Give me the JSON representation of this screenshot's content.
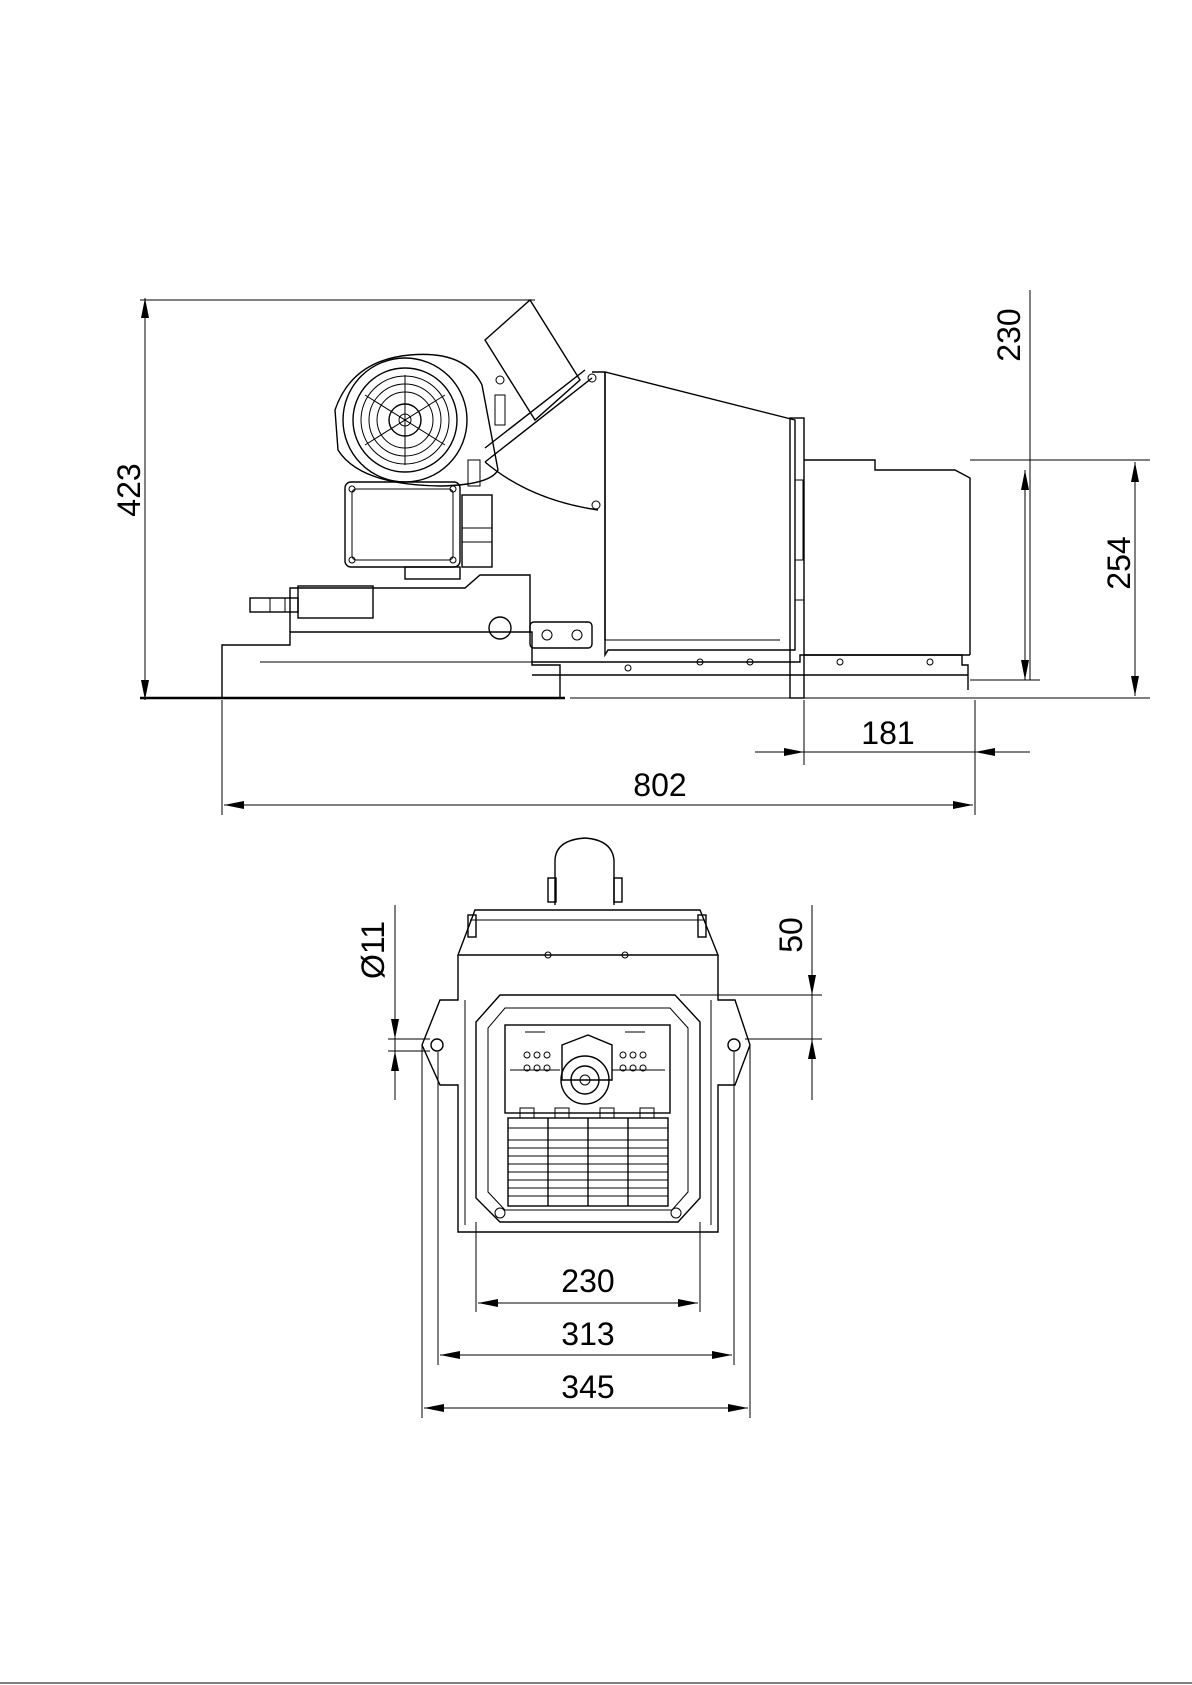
{
  "dimensions": {
    "side_height_total": "423",
    "side_height_top": "230",
    "side_height_hopper": "254",
    "side_length_tube": "181",
    "side_length_total": "802",
    "front_hole_diameter": "Ø11",
    "front_hole_offset": "50",
    "front_width_inner": "230",
    "front_width_mid": "313",
    "front_width_outer": "345"
  },
  "colors": {
    "line": "#000000",
    "background": "#ffffff"
  }
}
